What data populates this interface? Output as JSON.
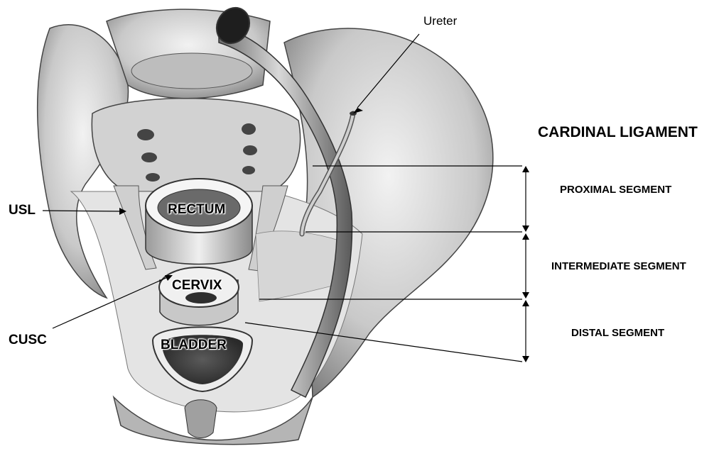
{
  "labels": {
    "ureter": "Ureter",
    "usl": "USL",
    "cusc": "CUSC",
    "rectum": "RECTUM",
    "cervix": "CERVIX",
    "bladder": "BLADDER"
  },
  "cardinal_ligament": {
    "title": "CARDINAL LIGAMENT",
    "segments": [
      "PROXIMAL SEGMENT",
      "INTERMEDIATE SEGMENT",
      "DISTAL SEGMENT"
    ]
  },
  "colors": {
    "line": "#000000",
    "bone_light": "#d9d9d9",
    "bone_dark": "#8a8a8a",
    "organ_fill": "#e8e8e8"
  }
}
